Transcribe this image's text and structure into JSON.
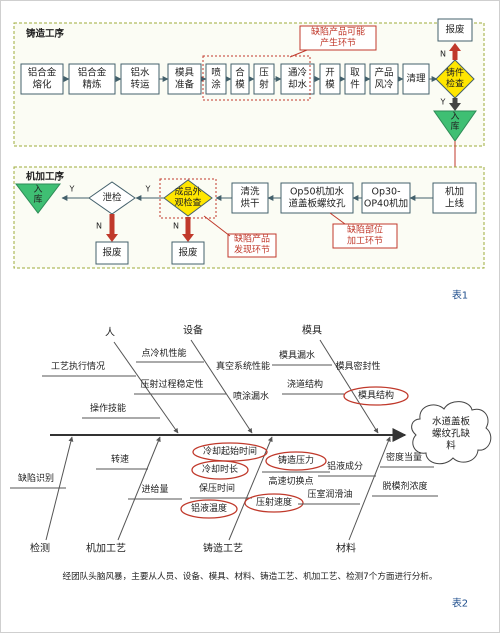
{
  "colors": {
    "panel_border": "#9cab3a",
    "panel_fill": "#fbfcf4",
    "box_border": "#43606b",
    "red": "#c0392b",
    "yellow": "#ffe600",
    "green": "#3fbf73",
    "callout_text": "#c0392b"
  },
  "diagram_top": {
    "section_casting": {
      "title": "铸造工序",
      "steps": [
        {
          "id": "s1",
          "lines": [
            "铝合金",
            "熔化"
          ]
        },
        {
          "id": "s2",
          "lines": [
            "铝合金",
            "精炼"
          ]
        },
        {
          "id": "s3",
          "lines": [
            "铝水",
            "转运"
          ]
        },
        {
          "id": "s4",
          "lines": [
            "模具",
            "准备"
          ]
        },
        {
          "id": "s5",
          "lines": [
            "喷",
            "涂"
          ]
        },
        {
          "id": "s6",
          "lines": [
            "合",
            "模"
          ]
        },
        {
          "id": "s7",
          "lines": [
            "压",
            "射"
          ]
        },
        {
          "id": "s8",
          "lines": [
            "通冷",
            "却水"
          ]
        },
        {
          "id": "s9",
          "lines": [
            "开",
            "模"
          ]
        },
        {
          "id": "s10",
          "lines": [
            "取",
            "件"
          ]
        },
        {
          "id": "s11",
          "lines": [
            "产品",
            "风冷"
          ]
        },
        {
          "id": "s12",
          "lines": [
            "清理"
          ]
        }
      ],
      "inspect": [
        "铸件",
        "检查"
      ],
      "reject": "报废",
      "store": [
        "入",
        "库"
      ],
      "no": "N",
      "yes": "Y",
      "callout": [
        "缺陷产品可能",
        "产生环节"
      ]
    },
    "section_machining": {
      "title": "机加工序",
      "steps": [
        {
          "id": "m1",
          "lines": [
            "机加",
            "上线"
          ]
        },
        {
          "id": "m2",
          "lines": [
            "Op30-",
            "OP40机加"
          ]
        },
        {
          "id": "m3",
          "lines": [
            "Op50机加水",
            "道盖板螺纹孔"
          ]
        },
        {
          "id": "m4",
          "lines": [
            "清洗",
            "烘干"
          ]
        }
      ],
      "visual_check": [
        "成品外",
        "观检查"
      ],
      "leak_check": "泄检",
      "reject": "报废",
      "reject2": "报废",
      "store": [
        "入",
        "库"
      ],
      "no": "N",
      "yes": "Y",
      "no2": "N",
      "yes2": "Y",
      "callout_found": [
        "缺陷产品",
        "发现环节"
      ],
      "callout_part": [
        "缺陷部位",
        "加工环节"
      ]
    },
    "label": "表1"
  },
  "fishbone": {
    "head": [
      "水道盖板",
      "螺纹孔缺",
      "料"
    ],
    "categories_top": [
      "人",
      "设备",
      "模具"
    ],
    "categories_bottom": [
      "检测",
      "机加工艺",
      "铸造工艺",
      "材料"
    ],
    "causes_people": [
      "工艺执行情况",
      "操作技能"
    ],
    "causes_equipment": [
      "点冷机性能",
      "真空系统性能",
      "压射过程稳定性",
      "喷涂漏水"
    ],
    "causes_mold": [
      "模具漏水",
      "模具密封性",
      "浇道结构",
      "模具结构"
    ],
    "causes_inspection": [
      "缺陷识别"
    ],
    "causes_machining": [
      "转速",
      "进给量"
    ],
    "causes_casting": [
      "冷却起始时间",
      "冷却时长",
      "保压时间",
      "铝液温度",
      "铸造压力",
      "高速切换点",
      "压射速度"
    ],
    "causes_material": [
      "铝液成分",
      "密度当量",
      "压室润滑油",
      "脱模剂浓度"
    ],
    "caption": "经团队头脑风暴，主要从人员、设备、模具、材料、铸造工艺、机加工艺、检测7个方面进行分析。",
    "label": "表2"
  }
}
